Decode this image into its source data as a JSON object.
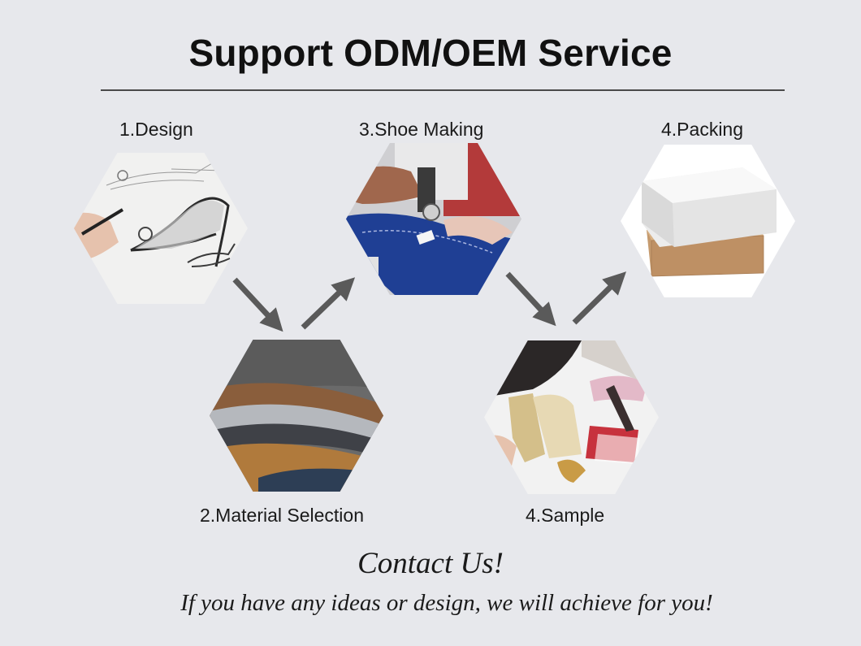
{
  "header": {
    "title": "Support ODM/OEM Service"
  },
  "steps": [
    {
      "label": "1.Design",
      "image": "shoe-sketch-image"
    },
    {
      "label": "2.Material Selection",
      "image": "leather-swatches-image"
    },
    {
      "label": "3.Shoe Making",
      "image": "sewing-machine-image"
    },
    {
      "label": "4.Sample",
      "image": "shoe-sample-image"
    },
    {
      "label": "4.Packing",
      "image": "shoe-boxes-image"
    }
  ],
  "footer": {
    "contact": "Contact Us!",
    "tagline": "If you have any ideas or design, we will achieve for you!"
  },
  "colors": {
    "background": "#e7e8ec",
    "arrow": "#5a5a5a",
    "rule": "#4a4a4a"
  }
}
